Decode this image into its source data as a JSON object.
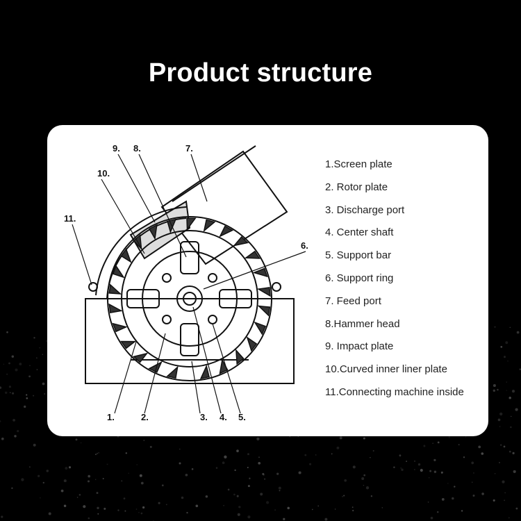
{
  "title": "Product structure",
  "callouts": [
    "1.",
    "2.",
    "3.",
    "4.",
    "5.",
    "6.",
    "7.",
    "8.",
    "9.",
    "10.",
    "11."
  ],
  "legend": [
    "1.Screen plate",
    "2. Rotor plate",
    "3. Discharge port",
    "4. Center shaft",
    "5. Support bar",
    "6. Support ring",
    "7. Feed port",
    "8.Hammer head",
    "9. Impact plate",
    "10.Curved inner liner plate",
    "11.Connecting machine inside"
  ],
  "colors": {
    "background": "#000000",
    "card": "#ffffff",
    "title": "#ffffff",
    "line": "#111111"
  }
}
